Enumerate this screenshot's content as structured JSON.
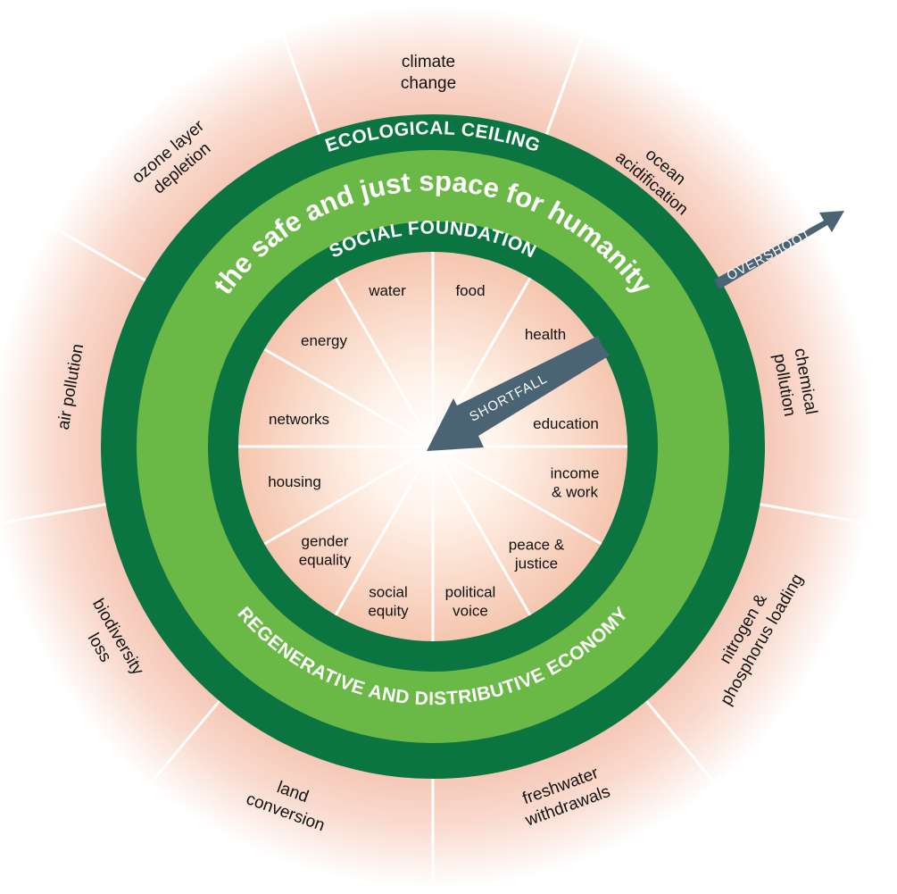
{
  "rings": {
    "ecological_ceiling": "ECOLOGICAL CEILING",
    "safe_space": "the safe and just space for humanity",
    "social_foundation": "SOCIAL FOUNDATION",
    "economy": "REGENERATIVE AND DISTRIBUTIVE ECONOMY"
  },
  "arrows": {
    "overshoot": "OVERSHOOT",
    "shortfall": "SHORTFALL"
  },
  "ecological_dimensions": [
    [
      "climate",
      "change"
    ],
    [
      "ocean",
      "acidification"
    ],
    [
      "chemical",
      "pollution"
    ],
    [
      "nitrogen &",
      "phosphorus loading"
    ],
    [
      "freshwater",
      "withdrawals"
    ],
    [
      "land",
      "conversion"
    ],
    [
      "biodiversity",
      "loss"
    ],
    [
      "air pollution"
    ],
    [
      "ozone layer",
      "depletion"
    ]
  ],
  "social_dimensions": [
    [
      "food"
    ],
    [
      "health"
    ],
    [
      "education"
    ],
    [
      "income",
      "& work"
    ],
    [
      "peace &",
      "justice"
    ],
    [
      "political",
      "voice"
    ],
    [
      "social",
      "equity"
    ],
    [
      "gender",
      "equality"
    ],
    [
      "housing"
    ],
    [
      "networks"
    ],
    [
      "energy"
    ],
    [
      "water"
    ]
  ],
  "colors": {
    "dark_green": "#0a7540",
    "light_green": "#6ab845",
    "arrow_slate": "#4a6474",
    "outer_glow": "#f2b9a4",
    "text": "#111111"
  }
}
